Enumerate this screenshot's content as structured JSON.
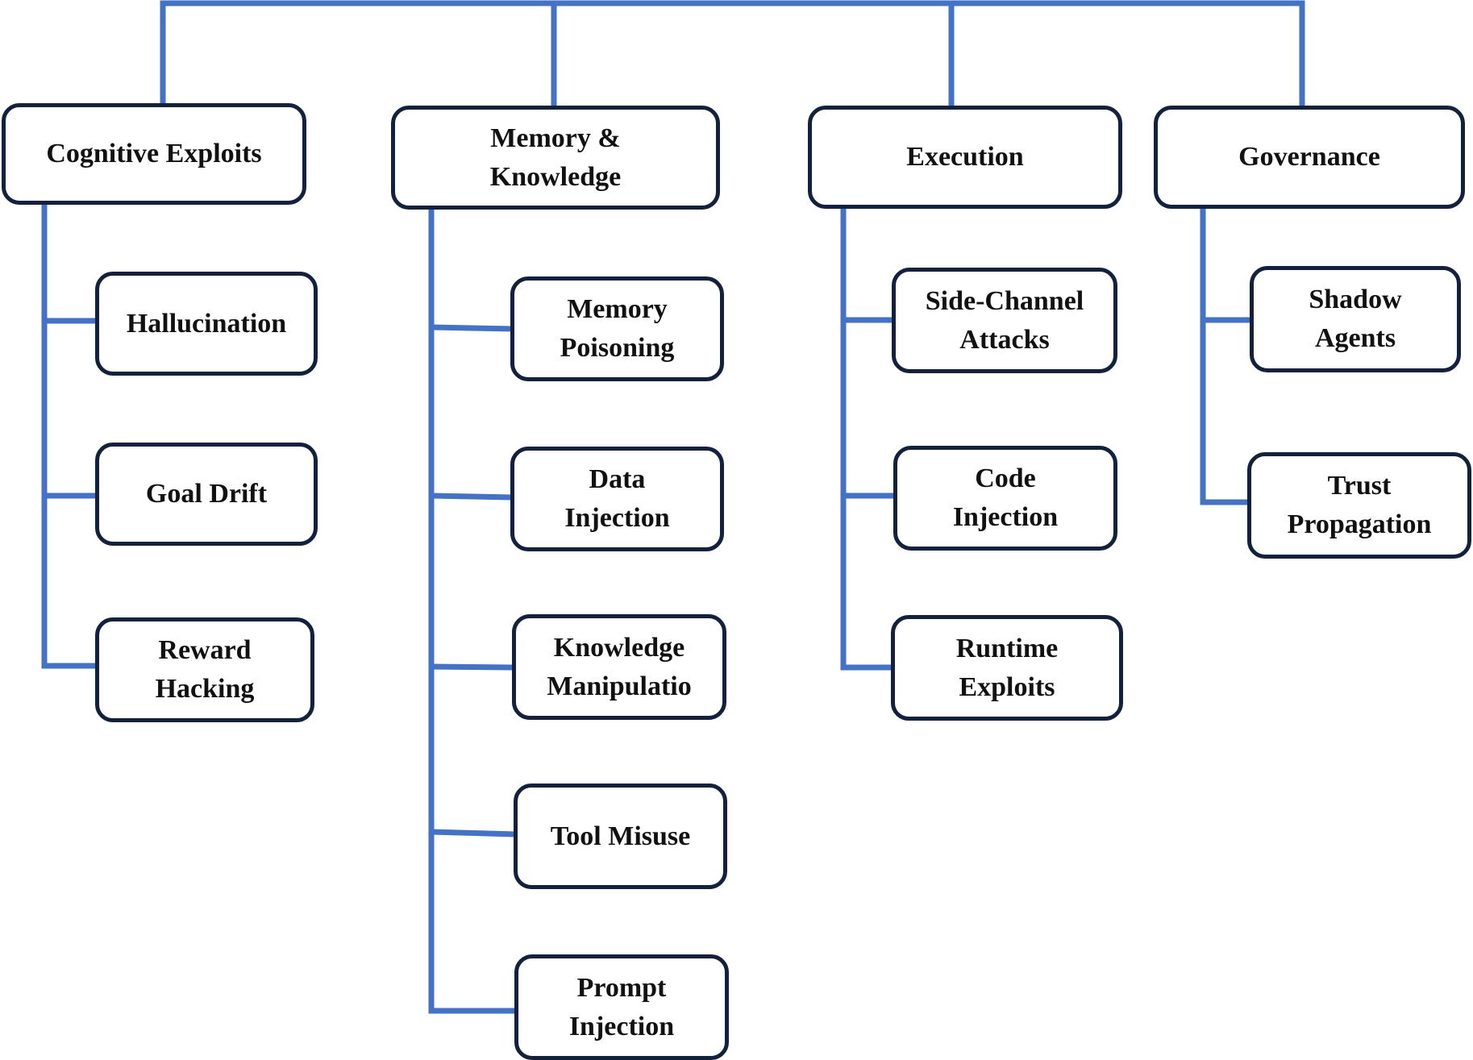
{
  "colors": {
    "connector": "#4472c4",
    "box_border": "#14213d",
    "text": "#111111",
    "background": "#ffffff"
  },
  "categories": [
    {
      "label": "Cognitive Exploits",
      "children": [
        "Hallucination",
        "Goal Drift",
        "Reward\nHacking"
      ]
    },
    {
      "label": "Memory &\nKnowledge",
      "children": [
        "Memory\nPoisoning",
        "Data\nInjection",
        "Knowledge\nManipulatio",
        "Tool Misuse",
        "Prompt\nInjection"
      ]
    },
    {
      "label": "Execution",
      "children": [
        "Side-Channel\nAttacks",
        "Code\nInjection",
        "Runtime\nExploits"
      ]
    },
    {
      "label": "Governance",
      "children": [
        "Shadow\nAgents",
        "Trust\nPropagation"
      ]
    }
  ]
}
